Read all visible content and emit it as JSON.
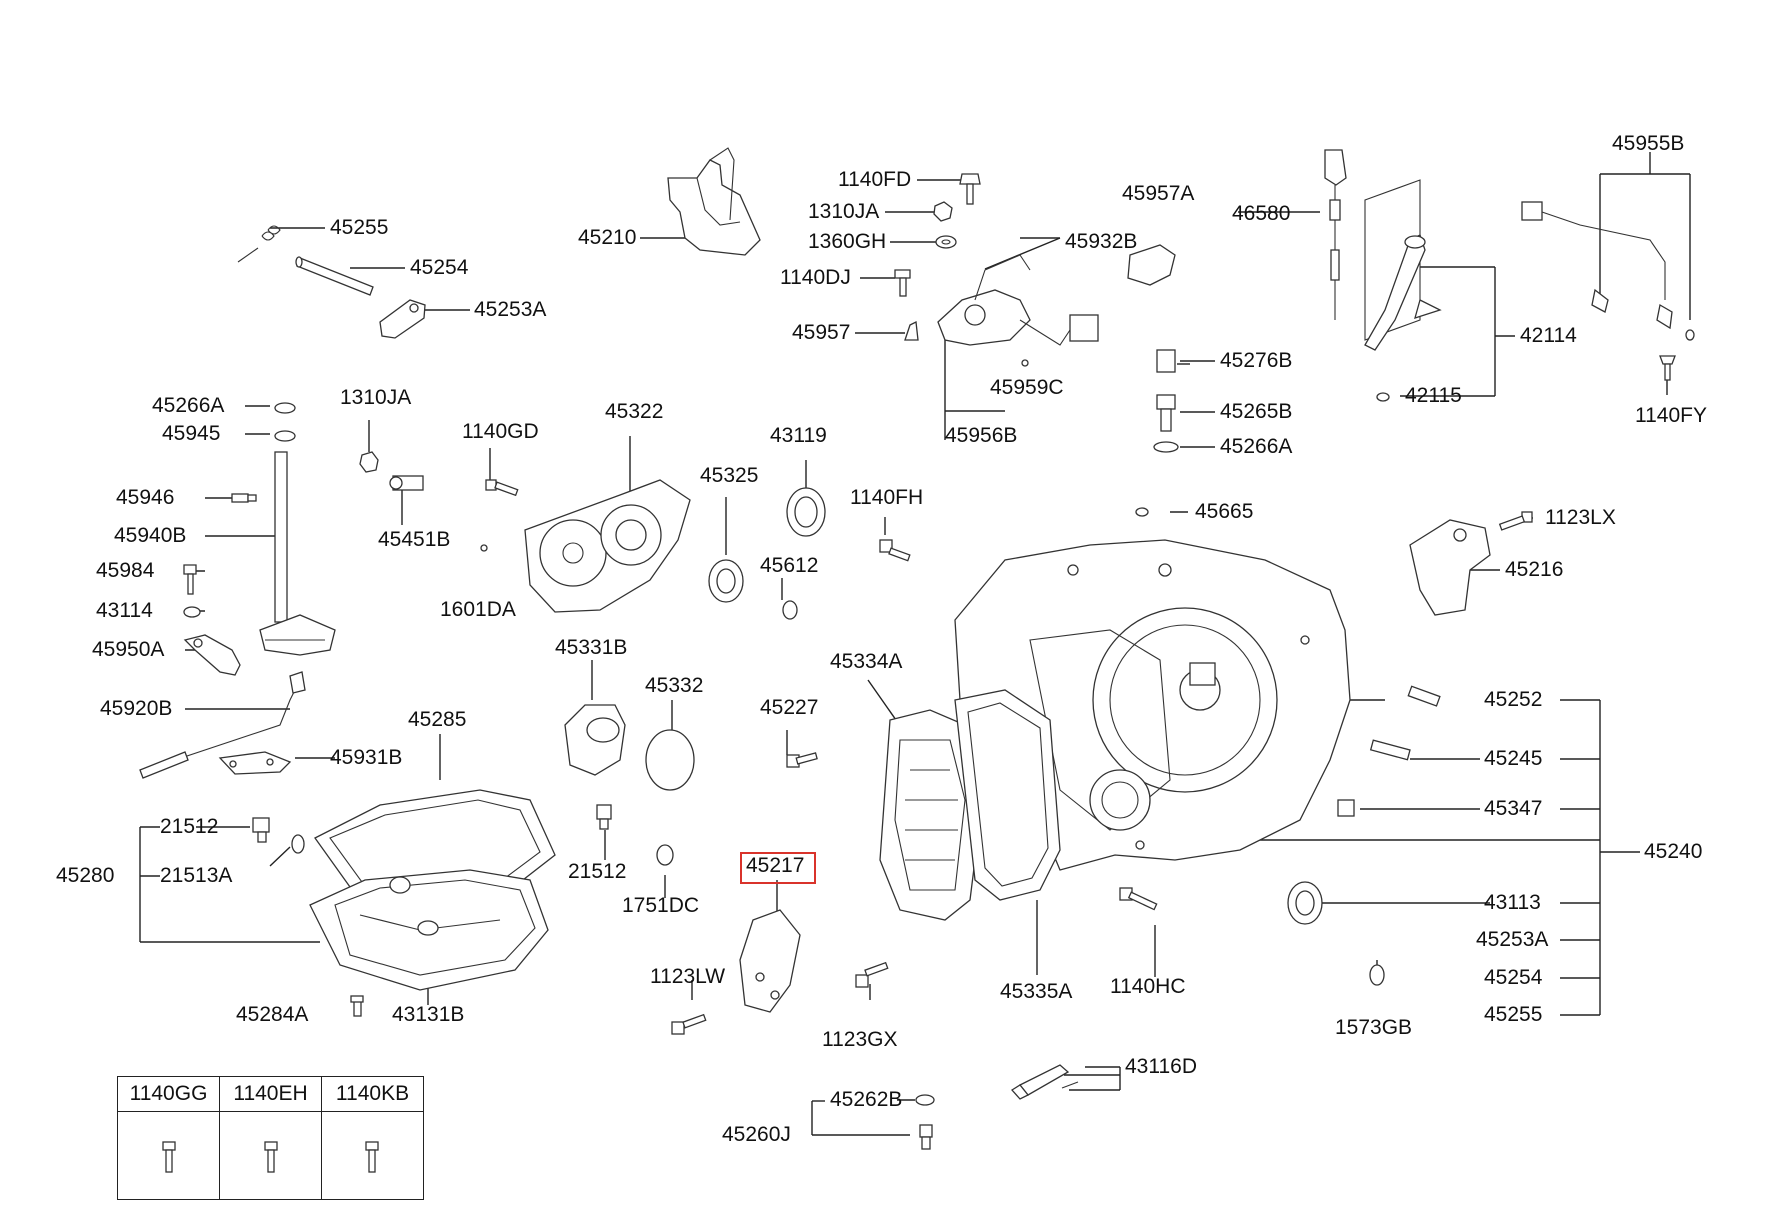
{
  "diagram": {
    "highlighted_part": "45217",
    "labels": {
      "l45255": "45255",
      "l45254": "45254",
      "l45253A": "45253A",
      "l45210": "45210",
      "l1140FD": "1140FD",
      "l1310JA_top": "1310JA",
      "l1360GH": "1360GH",
      "l1140DJ": "1140DJ",
      "l45957": "45957",
      "l45932B": "45932B",
      "l45957A": "45957A",
      "l45959C": "45959C",
      "l45956B": "45956B",
      "l46580": "46580",
      "l45955B": "45955B",
      "l42114": "42114",
      "l42115": "42115",
      "l1140FY": "1140FY",
      "l45276B": "45276B",
      "l45265B": "45265B",
      "l45266A_r": "45266A",
      "l45266A_l": "45266A",
      "l45945": "45945",
      "l1310JA_mid": "1310JA",
      "l1140GD": "1140GD",
      "l45322": "45322",
      "l45946": "45946",
      "l45940B": "45940B",
      "l45451B": "45451B",
      "l45984": "45984",
      "l43114": "43114",
      "l1601DA": "1601DA",
      "l45950A": "45950A",
      "l45920B": "45920B",
      "l45931B": "45931B",
      "l43119": "43119",
      "l45325": "45325",
      "l1140FH": "1140FH",
      "l45612": "45612",
      "l45665": "45665",
      "l1123LX": "1123LX",
      "l45216": "45216",
      "l45331B": "45331B",
      "l45332": "45332",
      "l45227": "45227",
      "l45334A": "45334A",
      "l45285": "45285",
      "l21512_a": "21512",
      "l21513A": "21513A",
      "l45280": "45280",
      "l21512_b": "21512",
      "l1751DC": "1751DC",
      "l45217": "45217",
      "l45284A": "45284A",
      "l43131B": "43131B",
      "l1123LW": "1123LW",
      "l1123GX": "1123GX",
      "l45335A": "45335A",
      "l1140HC": "1140HC",
      "l1573GB": "1573GB",
      "l45252": "45252",
      "l45245": "45245",
      "l45347": "45347",
      "l45240": "45240",
      "l43113": "43113",
      "l45253A_r": "45253A",
      "l45254_r": "45254",
      "l45255_r": "45255",
      "l43116D": "43116D",
      "l45262B": "45262B",
      "l45260J": "45260J"
    }
  },
  "bolt_table": {
    "headers": [
      "1140GG",
      "1140EH",
      "1140KB"
    ]
  }
}
